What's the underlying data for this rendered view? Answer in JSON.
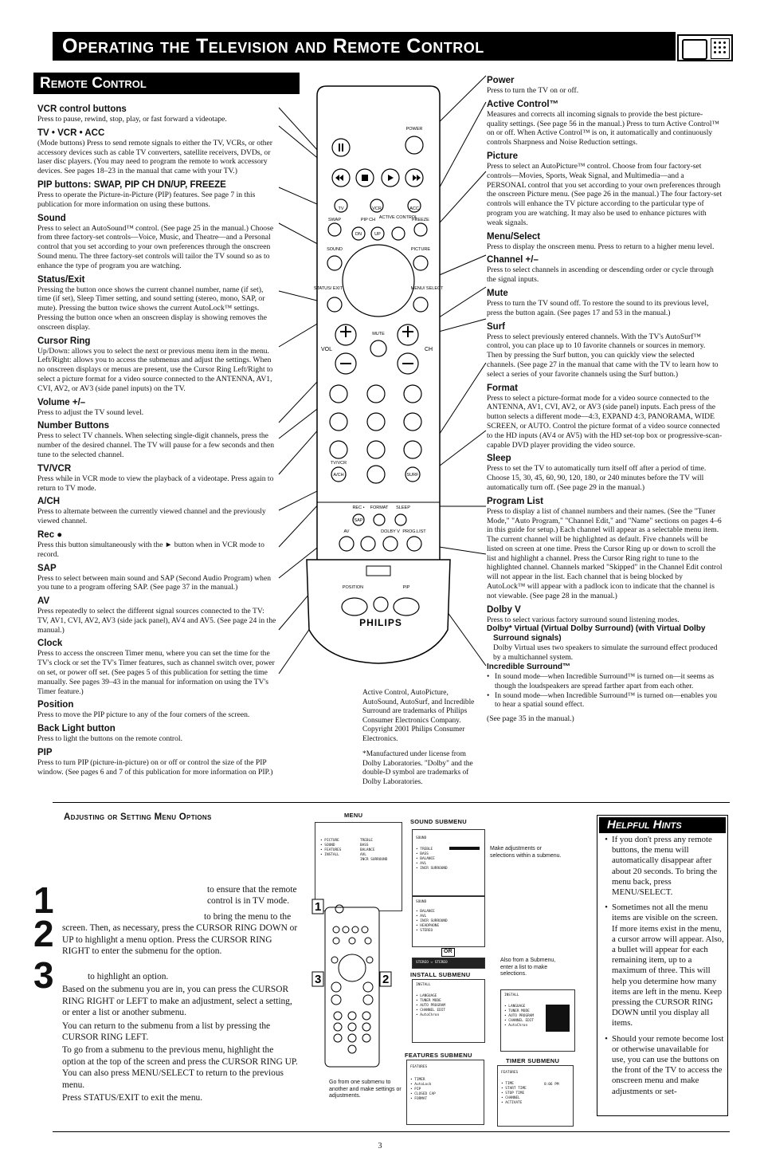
{
  "page": {
    "title": "Operating the Television and Remote Control",
    "section": "Remote Control",
    "page_number": "3"
  },
  "left_items": [
    {
      "title": "VCR control buttons",
      "body": "Press to pause, rewind, stop, play, or fast forward a videotape."
    },
    {
      "title": "TV • VCR • ACC",
      "body": "(Mode buttons) Press to send remote signals to either the TV, VCRs, or other accessory devices such as cable TV converters, satellite receivers, DVDs, or laser disc players. (You may need to program the remote to work accessory devices. See pages 18–23 in the manual that came with your TV.)"
    },
    {
      "title": "PIP buttons: SWAP, PIP CH DN/UP, FREEZE",
      "body": "Press to operate the Picture-in-Picture (PIP) features. See page 7 in this publication for more information on using these buttons."
    },
    {
      "title": "Sound",
      "body": "Press to select an AutoSound™ control. (See page 25 in the manual.) Choose from three factory-set controls—Voice, Music, and Theatre—and a Personal control that you set according to your own preferences through the onscreen Sound menu. The three factory-set controls will tailor the TV sound so as to enhance the type of program you are watching."
    },
    {
      "title": "Status/Exit",
      "body": "Pressing the button once shows the current channel number, name (if set), time (if set), Sleep Timer setting, and sound setting (stereo, mono, SAP, or mute). Pressing the button twice shows the current AutoLock™ settings. Pressing the button once when an onscreen display is showing removes the onscreen display."
    },
    {
      "title": "Cursor Ring",
      "body": "Up/Down: allows you to select the next or previous menu item in the menu. Left/Right: allows you to access the submenus and adjust the settings. When no onscreen displays or menus are present, use the Cursor Ring Left/Right to select a picture format for a video source connected to the ANTENNA, AV1, CVI, AV2, or AV3 (side panel inputs) on the TV."
    },
    {
      "title": "Volume +/–",
      "body": "Press to adjust the TV sound level."
    },
    {
      "title": "Number Buttons",
      "body": "Press to select TV channels. When selecting single-digit channels, press the number of the desired channel. The TV will pause for a few seconds and then tune to the selected channel."
    },
    {
      "title": "TV/VCR",
      "body": "Press while in VCR mode to view the playback of a videotape. Press again to return to TV mode."
    },
    {
      "title": "A/CH",
      "body": "Press to alternate between the currently viewed channel and the previously viewed channel."
    },
    {
      "title": "Rec ●",
      "body": "Press this button simultaneously with the ► button when in VCR mode to record."
    },
    {
      "title": "SAP",
      "body": "Press to select between main sound and SAP (Second Audio Program) when you tune to a program offering SAP. (See page 37 in the manual.)"
    },
    {
      "title": "AV",
      "body": "Press repeatedly to select the different signal sources connected to the TV: TV, AV1, CVI, AV2, AV3 (side jack panel), AV4 and AV5. (See page 24 in the manual.)"
    },
    {
      "title": "Clock",
      "body": "Press to access the onscreen Timer menu, where you can set the time for the TV's clock or set the TV's Timer features, such as channel switch over, power on set, or power off set. (See pages 5 of this publication for setting the time manually. See pages 39–43 in the manual for information on using the TV's Timer feature.)"
    },
    {
      "title": "Position",
      "body": "Press to move the PIP picture to any of the four corners of the screen."
    },
    {
      "title": "Back Light button",
      "body": "Press to light the buttons on the remote control."
    },
    {
      "title": "PIP",
      "body": "Press to turn PIP (picture-in-picture) on or off or control the size of the PIP window. (See pages 6 and 7 of this publication for more information on PIP.)"
    }
  ],
  "right_items": [
    {
      "title": "Power",
      "body": "Press to turn the TV on or off."
    },
    {
      "title": "Active Control™",
      "body": "Measures and corrects all incoming signals to provide the best picture-quality settings. (See page 56 in the manual.) Press to turn Active Control™ on or off. When Active Control™ is on, it automatically and continuously controls Sharpness and Noise Reduction settings."
    },
    {
      "title": "Picture",
      "body": "Press to select an AutoPicture™ control. Choose from four factory-set controls—Movies, Sports, Weak Signal, and Multimedia—and a PERSONAL control that you set according to your own preferences through the onscreen Picture menu. (See page 26 in the manual.) The four factory-set controls will enhance the TV picture according to the particular type of program you are watching. It may also be used to enhance pictures with weak signals."
    },
    {
      "title": "Menu/Select",
      "body": "Press to display the onscreen menu. Press to return to a higher menu level."
    },
    {
      "title": "Channel +/–",
      "body": "Press to select channels in ascending or descending order or cycle through the signal inputs."
    },
    {
      "title": "Mute",
      "body": "Press to turn the TV sound off. To restore the sound to its previous level, press the button again. (See pages 17 and 53 in the manual.)"
    },
    {
      "title": "Surf",
      "body": "Press to select previously entered channels. With the TV's AutoSurf™ control, you can place up to 10 favorite channels or sources in memory. Then by pressing the Surf button, you can quickly view the selected channels. (See page 27 in the manual that came with the TV to learn how to select a series of your favorite channels using the Surf button.)"
    },
    {
      "title": "Format",
      "body": "Press to select a picture-format mode for a video source connected to the ANTENNA, AV1, CVI, AV2, or AV3 (side panel) inputs. Each press of the button selects a different mode—4:3, EXPAND 4:3, PANORAMA, WIDE SCREEN, or AUTO. Control the picture format of a video source connected to the HD inputs (AV4 or AV5) with the HD set-top box or progressive-scan-capable DVD player providing the video source."
    },
    {
      "title": "Sleep",
      "body": "Press to set the TV to automatically turn itself off after a period of time. Choose 15, 30, 45, 60, 90, 120, 180, or 240 minutes before the TV will automatically turn off. (See page 29 in the manual.)"
    },
    {
      "title": "Program List",
      "body": "Press to display a list of channel numbers and their names. (See the \"Tuner Mode,\" \"Auto Program,\" \"Channel Edit,\" and \"Name\" sections on pages 4–6 in this guide for setup.) Each channel will appear as a selectable menu item. The current channel will be highlighted as default. Five channels will be listed on screen at one time. Press the Cursor Ring up or down to scroll the list and highlight a channel. Press the Cursor Ring right to tune to the highlighted channel. Channels marked \"Skipped\" in the Channel Edit control will not appear in the list. Each channel that is being blocked by AutoLock™ will appear with a padlock icon to indicate that the channel is not viewable. (See page 28 in the manual.)"
    },
    {
      "title": "Dolby V",
      "body": "Press to select various factory surround sound listening modes."
    }
  ],
  "dolby": {
    "sub1": "Dolby* Virtual (Virtual Dolby Surround) (with Virtual Dolby Surround signals)",
    "body1": "Dolby Virtual uses two speakers to simulate the surround effect produced by a multichannel system.",
    "sub2": "Incredible Surround™",
    "b1": "In sound mode—when Incredible Surround™ is turned on—it seems as though the loudspeakers are spread farther apart from each other.",
    "b2": "In sound mode—when Incredible Surround™ is turned on—enables you to hear a spatial sound effect.",
    "see": "(See page 35 in the manual.)"
  },
  "footnote": {
    "p1": "Active Control, AutoPicture, AutoSound, AutoSurf, and Incredible Surround are trademarks of Philips Consumer Electronics Company. Copyright 2001 Philips Consumer Electronics.",
    "p2": "*Manufactured under license from Dolby Laboratories. \"Dolby\" and the double-D symbol are trademarks of Dolby Laboratories."
  },
  "adjust": {
    "heading": "Adjusting or Setting Menu Options",
    "step1": "to ensure that the remote control is in TV mode.",
    "step2": "to bring the menu to the screen. Then, as necessary, press the CURSOR RING DOWN or UP to highlight a menu option. Press the CURSOR RING RIGHT to enter the submenu for the option.",
    "step3a": "to highlight an option.",
    "step3b": "Based on the submenu you are in, you can press the CURSOR RING RIGHT or LEFT to make an adjustment, select a setting, or enter a list or another submenu.",
    "step3c": "You can return to the submenu from a list by pressing the CURSOR RING LEFT.",
    "step3d": "To go from a submenu to the previous menu, highlight the option at the top of the screen and press the CURSOR RING UP. You can also press MENU/SELECT to return to the previous menu.",
    "step3e": "Press STATUS/EXIT to exit the menu."
  },
  "hints": {
    "title": "Helpful Hints",
    "items": [
      "If you don't press any remote buttons, the menu will automatically disappear after about 20 seconds. To bring the menu back, press MENU/SELECT.",
      "Sometimes not all the menu items are visible on the screen. If more items exist in the menu, a cursor arrow will appear. Also, a bullet will appear for each remaining item, up to a maximum of three. This will help you determine how many items are left in the menu. Keep pressing the CURSOR RING DOWN until you display all items.",
      "Should your remote become lost or otherwise unavailable for use, you can use the buttons on the front of the TV to access the onscreen menu and make adjustments or set-"
    ]
  },
  "diagram": {
    "menu_label": "MENU",
    "sound_label": "SOUND SUBMENU",
    "install_label": "INSTALL SUBMENU",
    "features_label": "FEATURES SUBMENU",
    "timer_label": "TIMER SUBMENU",
    "note1": "Make adjustments or selections within a submenu.",
    "note2": "Also from a Submenu, enter a list to make selections.",
    "note3": "Go from one submenu to another and make settings or adjustments.",
    "or": "OR",
    "menu_left": [
      "PICTURE",
      "SOUND",
      "FEATURES",
      "INSTALL"
    ],
    "menu_right": [
      "TREBLE",
      "BASS",
      "BALANCE",
      "AVL",
      "INCR SURROUND"
    ],
    "sound1": [
      "TREBLE",
      "BASS",
      "BALANCE",
      "AVL",
      "INCR SURROUND"
    ],
    "sound2": [
      "BALANCE",
      "AVL",
      "INCR SURROUND",
      "HEADPHONE",
      "STEREO"
    ],
    "install1": [
      "LANGUAGE",
      "TUNER MODE",
      "AUTO PROGRAM",
      "CHANNEL EDIT",
      "AutoChron"
    ],
    "install2": [
      "LANGUAGE",
      "TUNER MODE",
      "AUTO PROGRAM",
      "CHANNEL EDIT",
      "AutoChron"
    ],
    "features": [
      "TIMER",
      "AutoLock",
      "PIP",
      "CLOSED CAP",
      "FORMAT"
    ],
    "timer": [
      "TIME",
      "START TIME",
      "STOP TIME",
      "CHANNEL",
      "ACTIVATE"
    ],
    "time_value": "8:06 PM"
  },
  "remote": {
    "labels": {
      "power": "POWER",
      "tv": "TV",
      "vcr": "VCR",
      "acc": "ACC",
      "swap": "SWAP",
      "pipch": "PIP CH",
      "active": "ACTIVE CONTROL",
      "freeze": "FREEZE",
      "dn": "DN",
      "up": "UP",
      "sound": "SOUND",
      "picture": "PICTURE",
      "status": "STATUS/ EXIT",
      "menu": "MENU/ SELECT",
      "mute": "MUTE",
      "vol": "VOL",
      "ch": "CH",
      "tvvcr": "TV/VCR",
      "ach": "A/CH",
      "surf": "SURF",
      "rec": "REC •",
      "format": "FORMAT",
      "sleep": "SLEEP",
      "sap": "SAP",
      "av": "AV",
      "dolby": "DOLBY V",
      "proglist": "PROG.LIST",
      "position": "POSITION",
      "pip": "PIP",
      "brand": "PHILIPS"
    }
  }
}
